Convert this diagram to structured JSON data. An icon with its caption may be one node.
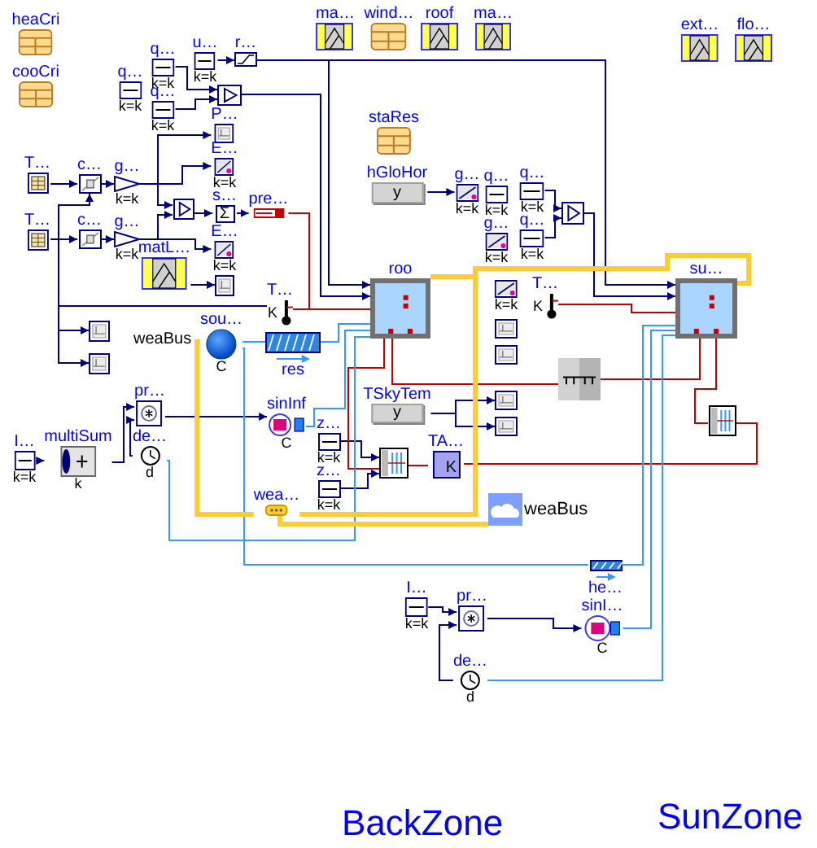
{
  "diagram": {
    "nodes": [
      {
        "text": [
          "heaCri"
        ]
      },
      {
        "text": [
          "cooCri"
        ]
      },
      {
        "text": [
          "ma…"
        ]
      },
      {
        "text": [
          "wind…"
        ]
      },
      {
        "text": [
          "roof"
        ]
      },
      {
        "text": [
          "ma…"
        ]
      },
      {
        "text": [
          "ext…"
        ]
      },
      {
        "text": [
          "flo…"
        ]
      },
      {
        "text": [
          "staRes"
        ]
      },
      {
        "text": [
          "hGloHor",
          "y"
        ]
      },
      {
        "text": [
          "T…"
        ]
      },
      {
        "text": [
          "c…"
        ]
      },
      {
        "text": [
          "g…",
          "k=k"
        ]
      },
      {
        "text": [
          "T…"
        ]
      },
      {
        "text": [
          "c…"
        ]
      },
      {
        "text": [
          "g…",
          "k=k"
        ]
      },
      {
        "text": [
          "q…",
          "k=k"
        ]
      },
      {
        "text": [
          "q…",
          "k=k"
        ]
      },
      {
        "text": [
          "q…",
          "k=k"
        ]
      },
      {
        "text": [
          "u…",
          "k=k"
        ]
      },
      {
        "text": [
          "r…"
        ]
      },
      {
        "text": [],
        "shape": "box"
      },
      {
        "text": [
          "P…"
        ]
      },
      {
        "text": [
          "E…",
          "k=k"
        ]
      },
      {
        "text": [],
        "shape": "box"
      },
      {
        "text": [
          "s…",
          "Σ"
        ]
      },
      {
        "text": [
          "pre…"
        ]
      },
      {
        "text": [
          "E…",
          "k=k"
        ]
      },
      {
        "text": [
          "matL…"
        ]
      },
      {
        "text": [],
        "shape": "box"
      },
      {
        "text": [
          "T…",
          "K"
        ]
      },
      {
        "text": [],
        "shape": "box"
      },
      {
        "text": [],
        "shape": "box"
      },
      {
        "text": [
          "sou…",
          "C"
        ],
        "beside": [
          "weaBus"
        ]
      },
      {
        "text": [
          "res"
        ]
      },
      {
        "text": [
          "multiSum",
          "k"
        ]
      },
      {
        "text": [
          "I…",
          "k=k"
        ]
      },
      {
        "text": [
          "pr…"
        ]
      },
      {
        "text": [
          "de…",
          "d"
        ]
      },
      {
        "text": [
          "sinInf",
          "C"
        ]
      },
      {
        "text": [
          "z…",
          "k=k"
        ]
      },
      {
        "text": [
          "z…",
          "k=k"
        ]
      },
      {
        "text": [],
        "shape": "box"
      },
      {
        "text": [
          "TA…",
          "K"
        ]
      },
      {
        "text": [
          "wea…"
        ]
      },
      {
        "text": [
          "weaBus"
        ]
      },
      {
        "text": [
          "TSkyTem",
          "y"
        ]
      },
      {
        "text": [
          "roo"
        ]
      },
      {
        "text": [
          "g…",
          "k=k"
        ]
      },
      {
        "text": [
          "q…",
          "k=k"
        ]
      },
      {
        "text": [
          "q…",
          "k=k"
        ]
      },
      {
        "text": [],
        "shape": "box"
      },
      {
        "text": [
          "q…",
          "k=k"
        ]
      },
      {
        "text": [
          "g…",
          "k=k"
        ]
      },
      {
        "text": [
          "k=k"
        ]
      },
      {
        "text": [],
        "shape": "box"
      },
      {
        "text": [],
        "shape": "box"
      },
      {
        "text": [],
        "shape": "box"
      },
      {
        "text": [],
        "shape": "box"
      },
      {
        "text": [
          "T…",
          "K"
        ]
      },
      {
        "text": [
          "su…"
        ]
      },
      {
        "text": [],
        "shape": "box"
      },
      {
        "text": [],
        "shape": "box"
      },
      {
        "text": [
          "he…"
        ]
      },
      {
        "text": [
          "I…",
          "k=k"
        ]
      },
      {
        "text": [
          "pr…"
        ]
      },
      {
        "text": [
          "sinI…",
          "C"
        ]
      },
      {
        "text": [
          "de…",
          "d"
        ]
      }
    ],
    "edges": [
      {
        "from": 10,
        "to": 11,
        "arrow": "to"
      },
      {
        "from": 11,
        "to": 12,
        "arrow": "to"
      },
      {
        "from": 13,
        "to": 14,
        "arrow": "to"
      },
      {
        "from": 14,
        "to": 15,
        "arrow": "to"
      },
      {
        "from": 12,
        "to": 23,
        "arrow": "to"
      },
      {
        "from": 12,
        "to": 24,
        "arrow": "to"
      },
      {
        "from": 15,
        "to": 24,
        "arrow": "to"
      },
      {
        "from": 15,
        "to": 27,
        "arrow": "to"
      },
      {
        "from": 24,
        "to": 25,
        "arrow": "to"
      },
      {
        "from": 25,
        "to": 26,
        "arrow": "to"
      },
      {
        "from": 17,
        "to": 21,
        "arrow": "to"
      },
      {
        "from": 18,
        "to": 21,
        "arrow": "to"
      },
      {
        "from": 19,
        "to": 20,
        "arrow": "to"
      },
      {
        "from": 20,
        "to": 47,
        "arrow": "to"
      },
      {
        "from": 20,
        "to": 60,
        "arrow": "to"
      },
      {
        "from": 21,
        "to": 47,
        "arrow": "to"
      },
      {
        "from": 9,
        "to": 48,
        "arrow": "to"
      },
      {
        "from": 49,
        "to": 51,
        "arrow": "to"
      },
      {
        "from": 50,
        "to": 51,
        "arrow": "to"
      },
      {
        "from": 51,
        "to": 60,
        "arrow": "to"
      },
      {
        "from": 28,
        "to": 29,
        "arrow": "to"
      },
      {
        "from": 36,
        "to": 35,
        "arrow": "to"
      },
      {
        "from": 35,
        "to": 37,
        "arrow": "to"
      },
      {
        "from": 38,
        "to": 37,
        "arrow": "to"
      },
      {
        "from": 37,
        "to": 39,
        "arrow": "to"
      },
      {
        "from": 64,
        "to": 65,
        "arrow": "to"
      },
      {
        "from": 67,
        "to": 65,
        "arrow": "to"
      },
      {
        "from": 65,
        "to": 66,
        "arrow": "to"
      },
      {
        "from": 40,
        "to": 42,
        "arrow": "to"
      },
      {
        "from": 41,
        "to": 42,
        "arrow": "to"
      },
      {
        "from": 46,
        "to": 57,
        "arrow": "to"
      },
      {
        "from": 46,
        "to": 58,
        "arrow": "to"
      },
      {
        "from": 12,
        "to": 22,
        "arrow": "to"
      },
      {
        "from": 30,
        "to": 31,
        "arrow": "to"
      },
      {
        "from": 30,
        "to": 32,
        "arrow": "to"
      },
      {
        "from": 30,
        "to": 11,
        "arrow": "to"
      },
      {
        "from": 26,
        "to": 47,
        "arrow": "none",
        "color": "#bf0000"
      },
      {
        "from": 30,
        "to": 47,
        "arrow": "none",
        "color": "#bf0000"
      },
      {
        "from": 47,
        "to": 61,
        "arrow": "none",
        "color": "#bf0000"
      },
      {
        "from": 61,
        "to": 60,
        "arrow": "none",
        "color": "#bf0000"
      },
      {
        "from": 59,
        "to": 60,
        "arrow": "none",
        "color": "#bf0000"
      },
      {
        "from": 47,
        "to": 42,
        "arrow": "none",
        "color": "#bf0000"
      },
      {
        "from": 42,
        "to": 43,
        "arrow": "none",
        "color": "#bf0000"
      },
      {
        "from": 60,
        "to": 62,
        "arrow": "none",
        "color": "#bf0000"
      },
      {
        "from": 62,
        "to": 43,
        "arrow": "none",
        "color": "#bf0000"
      },
      {
        "from": 33,
        "to": 34,
        "arrow": "none",
        "color": "#3399ff"
      },
      {
        "from": 34,
        "to": 47,
        "arrow": "none",
        "color": "#3399ff"
      },
      {
        "from": 39,
        "to": 47,
        "arrow": "none",
        "color": "#3399ff"
      },
      {
        "from": 38,
        "to": 47,
        "arrow": "none",
        "color": "#3399ff"
      },
      {
        "from": 33,
        "to": 63,
        "arrow": "none",
        "color": "#3399ff"
      },
      {
        "from": 63,
        "to": 60,
        "arrow": "none",
        "color": "#3399ff"
      },
      {
        "from": 66,
        "to": 60,
        "arrow": "none",
        "color": "#3399ff"
      },
      {
        "from": 67,
        "to": 60,
        "arrow": "none",
        "color": "#3399ff"
      },
      {
        "from": 33,
        "to": 44,
        "arrow": "none",
        "style": "thick",
        "color": "#ffcc33"
      },
      {
        "from": 44,
        "to": 45,
        "arrow": "none",
        "style": "thick",
        "color": "#ffcc33"
      },
      {
        "from": 44,
        "to": 47,
        "arrow": "none",
        "style": "thick",
        "color": "#ffcc33"
      },
      {
        "from": 44,
        "to": 60,
        "arrow": "none",
        "style": "thick",
        "color": "#ffcc33"
      }
    ],
    "labels": [
      "BackZone",
      "SunZone"
    ]
  }
}
